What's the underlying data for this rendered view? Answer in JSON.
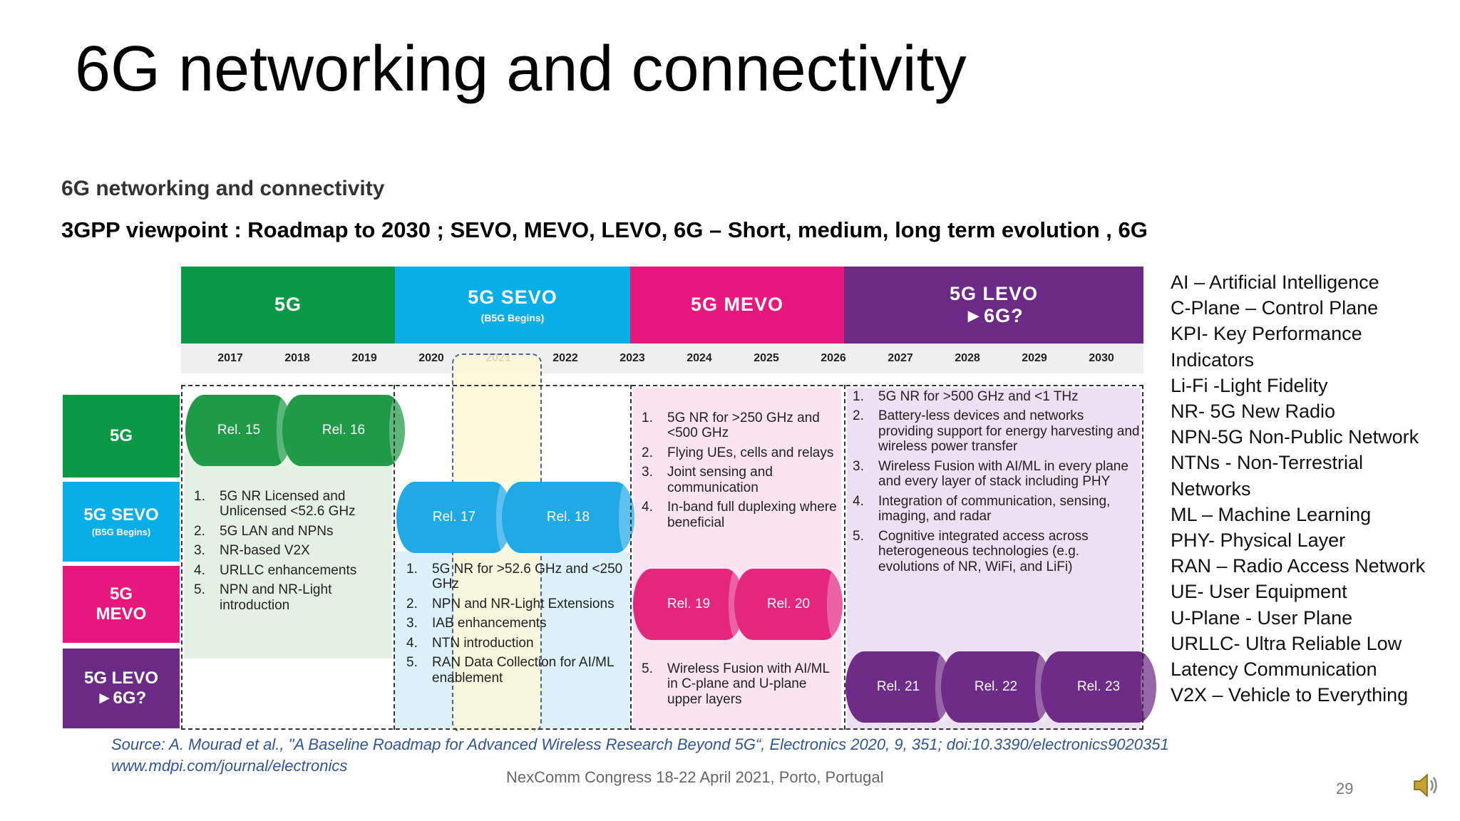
{
  "slide": {
    "title": "6G networking and connectivity",
    "subtitle1": "6G networking and connectivity",
    "subtitle2": "3GPP viewpoint : Roadmap to 2030 ; SEVO, MEVO, LEVO, 6G – Short, medium, long term evolution , 6G",
    "page_number": "29",
    "footer": "NexComm  Congress 18-22 April 2021, Porto, Portugal",
    "source_line1": "Source: A. Mourad et al., \"A Baseline Roadmap for Advanced Wireless Research Beyond 5G“, Electronics 2020, 9, 351; doi:10.3390/electronics9020351",
    "source_line2": "www.mdpi.com/journal/electronics"
  },
  "roadmap": {
    "headers": [
      {
        "label": "5G",
        "sub": "",
        "color": "#0a9a45"
      },
      {
        "label": "5G SEVO",
        "sub": "(B5G Begins)",
        "color": "#08aee8"
      },
      {
        "label": "5G MEVO",
        "sub": "",
        "color": "#e8177e"
      },
      {
        "label": "5G LEVO",
        "label2": "►6G?",
        "sub": "",
        "color": "#6a2a86"
      }
    ],
    "years": [
      "2017",
      "2018",
      "2019",
      "2020",
      "2021",
      "2022",
      "2023",
      "2024",
      "2025",
      "2026",
      "2027",
      "2028",
      "2029",
      "2030"
    ],
    "row_labels": [
      {
        "label": "5G",
        "label2": "",
        "sub": "",
        "color": "#0a9a45"
      },
      {
        "label": "5G SEVO",
        "label2": "",
        "sub": "(B5G Begins)",
        "color": "#08aee8"
      },
      {
        "label": "5G",
        "label2": "MEVO",
        "sub": "",
        "color": "#e8177e"
      },
      {
        "label": "5G LEVO",
        "label2": "►6G?",
        "sub": "",
        "color": "#6a2a86"
      }
    ],
    "releases": {
      "g5": [
        "Rel. 15",
        "Rel. 16"
      ],
      "sevo": [
        "Rel. 17",
        "Rel. 18"
      ],
      "mevo": [
        "Rel. 19",
        "Rel. 20"
      ],
      "levo": [
        "Rel. 21",
        "Rel. 22",
        "Rel. 23"
      ]
    },
    "list_5g": [
      {
        "num": "1.",
        "text": "5G NR Licensed and Unlicensed <52.6 GHz"
      },
      {
        "num": "2.",
        "text": "5G LAN and NPNs"
      },
      {
        "num": "3.",
        "text": "NR-based V2X"
      },
      {
        "num": "4.",
        "text": "URLLC enhancements"
      },
      {
        "num": "5.",
        "text": "NPN and NR-Light introduction"
      }
    ],
    "list_sevo": [
      {
        "num": "1.",
        "text": "5G NR for >52.6 GHz and <250 GHz"
      },
      {
        "num": "2.",
        "text": "NPN and NR-Light Extensions"
      },
      {
        "num": "3.",
        "text": "IAB enhancements"
      },
      {
        "num": "4.",
        "text": "NTN introduction"
      },
      {
        "num": "5.",
        "text": "RAN Data Collection for AI/ML enablement"
      }
    ],
    "list_mevo_top": [
      {
        "num": "1.",
        "text": "5G NR for >250 GHz and <500 GHz"
      },
      {
        "num": "2.",
        "text": "Flying UEs, cells and relays"
      },
      {
        "num": "3.",
        "text": "Joint sensing and communication"
      },
      {
        "num": "4.",
        "text": "In-band full duplexing where beneficial"
      }
    ],
    "list_mevo_bottom": [
      {
        "num": "5.",
        "text": "Wireless Fusion with AI/ML in C-plane and U-plane upper layers"
      }
    ],
    "list_levo": [
      {
        "num": "1.",
        "text": "5G NR for >500 GHz and <1 THz"
      },
      {
        "num": "2.",
        "text": "Battery-less devices and networks providing support for energy harvesting and wireless power transfer"
      },
      {
        "num": "3.",
        "text": "Wireless Fusion with AI/ML in every plane and every layer of stack including PHY"
      },
      {
        "num": "4.",
        "text": "Integration of communication, sensing, imaging, and radar"
      },
      {
        "num": "5.",
        "text": "Cognitive integrated access across heterogeneous technologies (e.g. evolutions of NR, WiFi, and LiFi)"
      }
    ]
  },
  "glossary": [
    "AI – Artificial Intelligence",
    "C-Plane – Control Plane",
    "KPI- Key Performance",
    "Indicators",
    "Li-Fi -Light Fidelity",
    "NR- 5G New Radio",
    "NPN-5G Non-Public Network",
    "NTNs - Non-Terrestrial",
    "Networks",
    "ML – Machine Learning",
    "PHY- Physical Layer",
    "RAN – Radio Access Network",
    "UE- User Equipment",
    "U-Plane  - User Plane",
    "URLLC- Ultra Reliable Low",
    "Latency Communication",
    "V2X – Vehicle to Everything"
  ]
}
